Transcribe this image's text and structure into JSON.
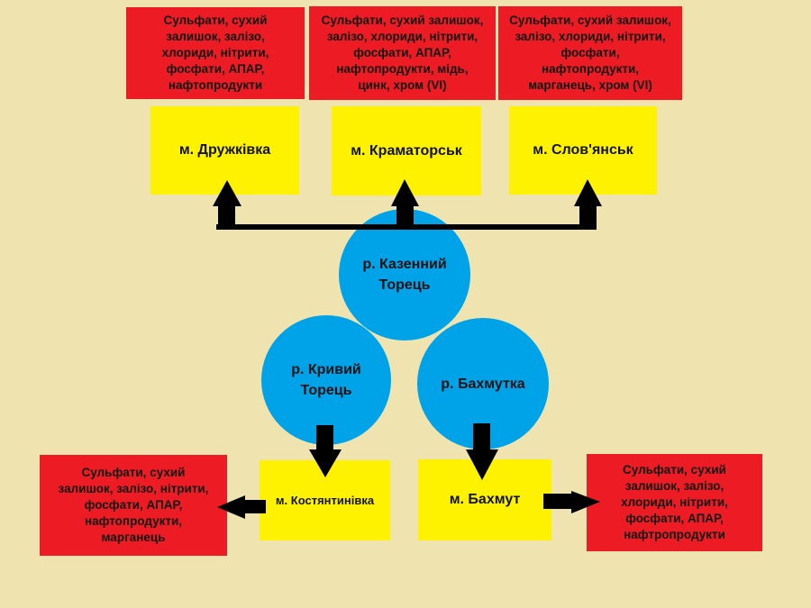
{
  "rivers": {
    "kazennyi_torets": "р. Казенний\nТорець",
    "kryvyi_torets": "р. Кривий\nТорець",
    "bakhmutka": "р. Бахмутка"
  },
  "cities": {
    "druzhkivka": "м. Дружківка",
    "kramatorsk": "м. Краматорськ",
    "sloviansk": "м. Слов'янськ",
    "kostiantynivka": "м. Костянтинівка",
    "bakhmut": "м. Бахмут"
  },
  "pollutants": {
    "druzhkivka": "Сульфати, сухий\nзалишок, залізо,\nхлориди, нітрити,\nфосфати, АПАР,\nнафтопродукти",
    "kramatorsk": "Сульфати, сухий залишок,\nзалізо, хлориди, нітрити,\nфосфати, АПАР,\nнафтопродукти, мідь,\nцинк, хром (VI)",
    "sloviansk": "Сульфати, сухий залишок,\nзалізо, хлориди, нітрити,\nфосфати,\nнафтопродукти,\nмарганець, хром (VI)",
    "kostiantynivka": "Сульфати, сухий\nзалишок, залізо, нітрити,\nфосфати, АПАР,\nнафтопродукти,\nмарганець",
    "bakhmut": "Сульфати, сухий\nзалишок, залізо,\nхлориди, нітрити,\nфосфати, АПАР,\nнафтропродукти"
  },
  "colors": {
    "background": "#efe4b0",
    "pollutant_box": "#ed1c24",
    "city_box": "#fff200",
    "river": "#00a2e8",
    "arrow": "#000000"
  }
}
